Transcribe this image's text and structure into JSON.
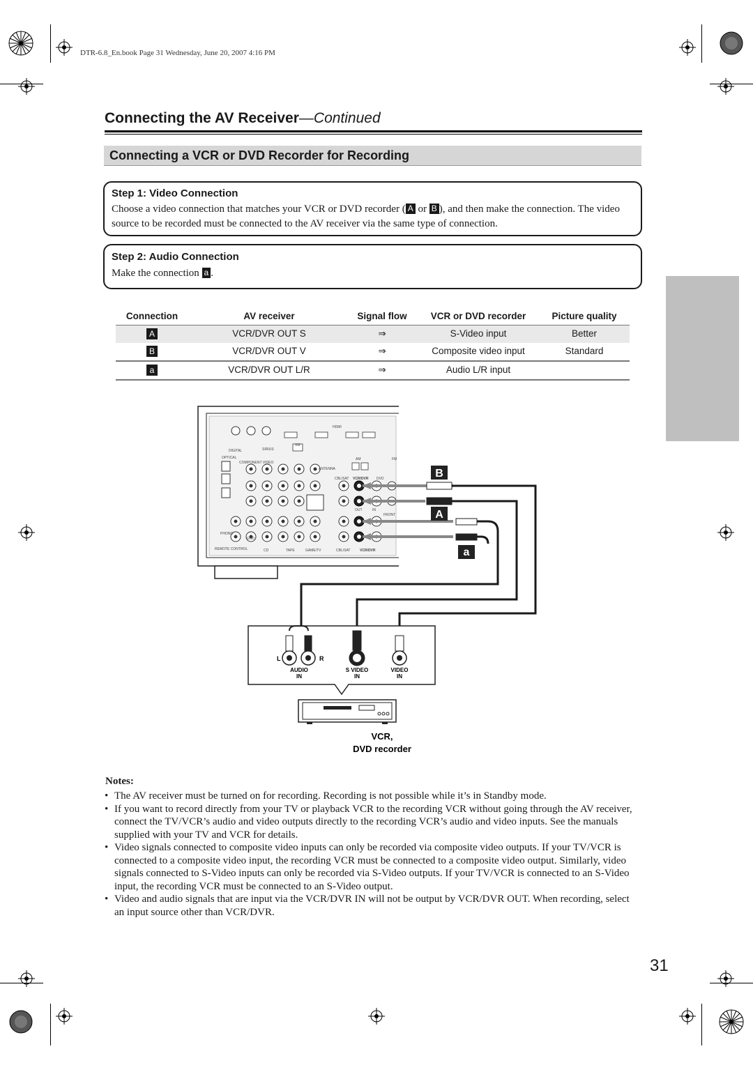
{
  "print_header": "DTR-6.8_En.book Page 31 Wednesday, June 20, 2007 4:16 PM",
  "page_title": {
    "main": "Connecting the AV Receiver",
    "continued": "—Continued"
  },
  "section_title": "Connecting a VCR or DVD Recorder for Recording",
  "step1": {
    "title": "Step 1: Video Connection",
    "text_before": "Choose a video connection that matches your VCR or DVD recorder (",
    "letter_a": "A",
    "or": " or ",
    "letter_b": "B",
    "text_after": "), and then make the connection. The video source to be recorded must be connected to the AV receiver via the same type of connection."
  },
  "step2": {
    "title": "Step 2: Audio Connection",
    "text": "Make the connection ",
    "letter": "a",
    "period": "."
  },
  "table": {
    "headers": [
      "Connection",
      "AV receiver",
      "Signal flow",
      "VCR or DVD recorder",
      "Picture quality"
    ],
    "rows": [
      {
        "connection": "A",
        "av_receiver": "VCR/DVR OUT S",
        "signal_flow": "⇒",
        "recorder": "S-Video input",
        "quality": "Better"
      },
      {
        "connection": "B",
        "av_receiver": "VCR/DVR OUT V",
        "signal_flow": "⇒",
        "recorder": "Composite video input",
        "quality": "Standard"
      },
      {
        "connection": "a",
        "av_receiver": "VCR/DVR OUT L/R",
        "signal_flow": "⇒",
        "recorder": "Audio L/R input",
        "quality": ""
      }
    ]
  },
  "diagram": {
    "receiver_labels": {
      "hdmi": "HDMI",
      "xm": "XM",
      "sirius": "SIRIUS",
      "digital": "DIGITAL",
      "optical": "OPTICAL",
      "component_video": "COMPONENT VIDEO",
      "antenna": "ANTENNA",
      "am": "AM",
      "fm": "FM",
      "cbl_sat": "CBL/SAT",
      "vcr_dvr": "VCR/DVR",
      "dvd": "DVD",
      "out": "OUT",
      "in": "IN",
      "front": "FRONT",
      "cd": "CD",
      "tape": "TAPE",
      "game_tv": "GAME/TV",
      "phono": "PHONO",
      "gnd": "GND",
      "remote_control": "REMOTE CONTROL"
    },
    "callouts": {
      "b": "B",
      "a_upper": "A",
      "a_lower": "a"
    },
    "jack_labels": {
      "l": "L",
      "r": "R",
      "audio_in": [
        "AUDIO",
        "IN"
      ],
      "s_video_in": [
        "S VIDEO",
        "IN"
      ],
      "video_in": [
        "VIDEO",
        "IN"
      ]
    },
    "device_label": [
      "VCR,",
      "DVD recorder"
    ]
  },
  "notes": {
    "title": "Notes:",
    "items": [
      "The AV receiver must be turned on for recording. Recording is not possible while it’s in Standby mode.",
      "If you want to record directly from your TV or playback VCR to the recording VCR without going through the AV receiver, connect the TV/VCR’s audio and video outputs directly to the recording VCR’s audio and video inputs. See the manuals supplied with your TV and VCR for details.",
      "Video signals connected to composite video inputs can only be recorded via composite video outputs. If your TV/VCR is connected to a composite video input, the recording VCR must be connected to a composite video output. Similarly, video signals connected to S-Video inputs can only be recorded via S-Video outputs. If your TV/VCR is connected to an S-Video input, the recording VCR must be connected to an S-Video output.",
      "Video and audio signals that are input via the VCR/DVR IN will not be output by VCR/DVR OUT. When recording, select an input source other than VCR/DVR."
    ]
  },
  "page_number": "31",
  "colors": {
    "text": "#1a1a1a",
    "section_bar": "#d6d6d6",
    "row_shade": "#e9e9e9",
    "side_tab": "#bfbfbf"
  }
}
